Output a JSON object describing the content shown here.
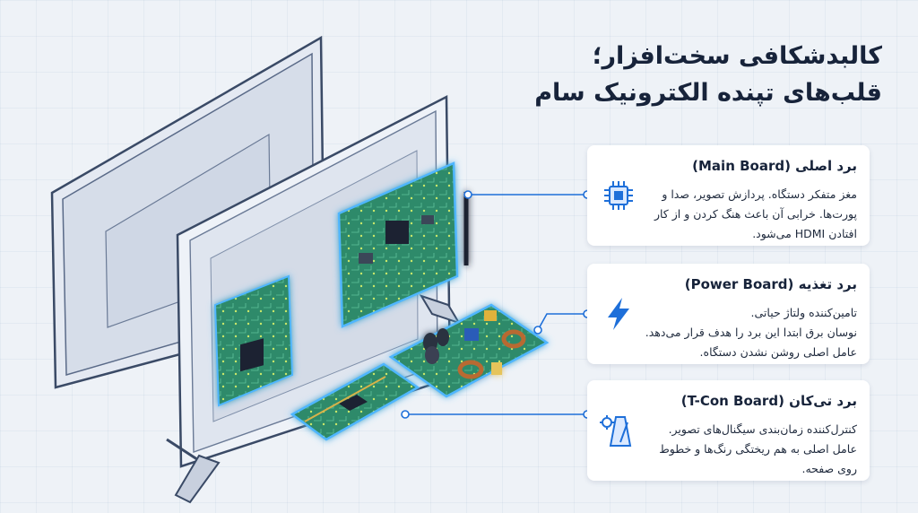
{
  "title": {
    "line1": "کالبدشکافی سخت‌افزار؛",
    "line2": "قلب‌های تپنده الکترونیک سام"
  },
  "cards": [
    {
      "heading": "برد اصلی (Main Board)",
      "icon": "chip-icon",
      "lines": [
        "مغز متفکر دستگاه. پردازش تصویر، صدا و",
        "پورت‌ها. خرابی آن باعث هنگ کردن و از کار",
        "افتادن HDMI می‌شود."
      ]
    },
    {
      "heading": "برد تغذیه (Power Board)",
      "icon": "lightning-icon",
      "lines": [
        "تامین‌کننده ولتاژ حیاتی.",
        "نوسان برق ابتدا این برد را هدف قرار می‌دهد.",
        "عامل اصلی روشن نشدن دستگاه."
      ]
    },
    {
      "heading": "برد تی‌کان (T-Con Board)",
      "icon": "metronome-gear-icon",
      "lines": [
        "کنترل‌کننده زمان‌بندی سیگنال‌های تصویر.",
        "عامل اصلی به هم ریختگی رنگ‌ها و خطوط",
        "روی صفحه."
      ]
    }
  ],
  "colors": {
    "accent": "#1e6fd9",
    "title": "#17233a",
    "board_green": "#2f8a6b",
    "glow": "#4fb6ff"
  }
}
